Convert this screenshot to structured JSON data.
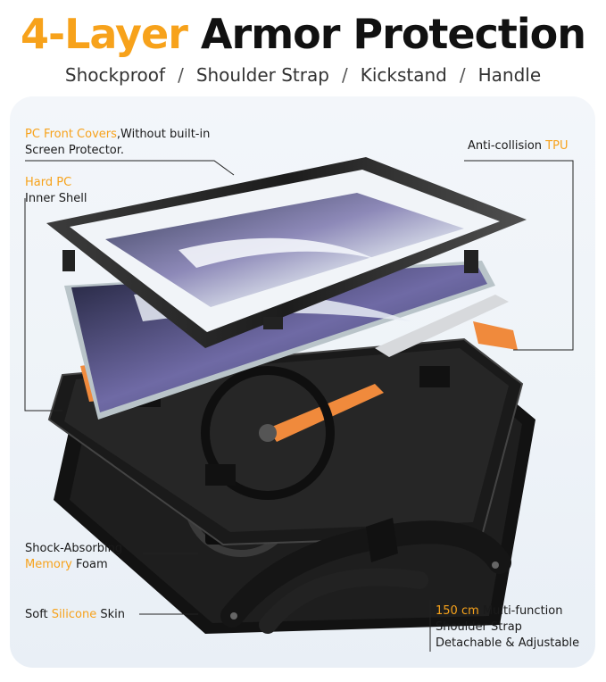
{
  "headline": {
    "accent": "4-Layer",
    "rest": "Armor Protection"
  },
  "subtitle": {
    "items": [
      "Shockproof",
      "Shoulder Strap",
      "Kickstand",
      "Handle"
    ],
    "separator": "/"
  },
  "callouts": {
    "front_cover": {
      "highlight": "PC Front Covers",
      "rest": ",Without built-in",
      "line2": "Screen Protector."
    },
    "inner_shell": {
      "highlight": "Hard PC",
      "line2": "Inner Shell"
    },
    "tpu": {
      "rest": "Anti-collision ",
      "highlight": "TPU"
    },
    "foam": {
      "line1": "Shock-Absorbing",
      "highlight": "Memory",
      "rest": " Foam"
    },
    "silicone": {
      "pre": "Soft ",
      "highlight": "Silicone",
      "rest": " Skin"
    },
    "strap": {
      "highlight": "150 cm",
      "rest": " Multi-function",
      "line2": "Shoulder Strap",
      "line3": "Detachable & Adjustable"
    }
  },
  "colors": {
    "accent": "#f7a21b",
    "frame": "#2b2b2b",
    "inner_shell": "#f08a3c",
    "panel": "#eef3f8"
  },
  "icons": [
    "tablet-image",
    "front-frame-image",
    "inner-shell-image",
    "silicone-case-image",
    "shoulder-strap-image"
  ]
}
